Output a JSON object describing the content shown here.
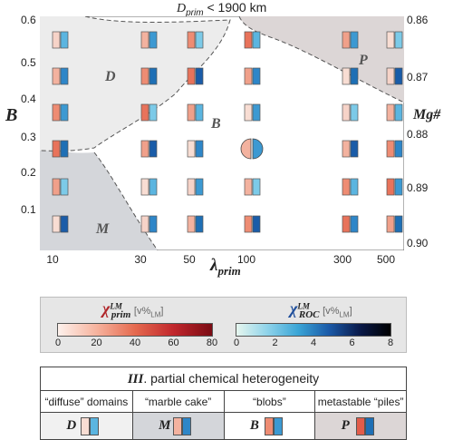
{
  "top_label": {
    "prefix": "D",
    "sub": "prim",
    "rest": " < 1900 km"
  },
  "left_axis": {
    "name": "B",
    "ticks": [
      "0.6",
      "0.5",
      "0.4",
      "0.3",
      "0.2",
      "0.1"
    ]
  },
  "right_axis": {
    "name": "Mg#",
    "ticks": [
      "0.86",
      "0.87",
      "0.88",
      "0.89",
      "0.90"
    ]
  },
  "bottom_axis": {
    "name": "λ",
    "sub": "prim",
    "ticks": [
      "10",
      "30",
      "50",
      "100",
      "300",
      "500"
    ]
  },
  "regions": {
    "D": "D",
    "B": "B",
    "M": "M",
    "P": "P"
  },
  "colors": {
    "red_dark": "#c0392b",
    "blue_dark": "#1f4e9b",
    "region_gray": "#d4d6da",
    "region_light": "#ececec",
    "region_pile": "#dcd6d6"
  },
  "colorbars": {
    "prim": {
      "symbol": "χ",
      "sup": "LM",
      "sub": "prim",
      "unit_pre": "[v%",
      "unit_sub": "LM",
      "unit_post": "]",
      "ticks": [
        "0",
        "20",
        "40",
        "60",
        "80"
      ]
    },
    "roc": {
      "symbol": "χ",
      "sup": "LM",
      "sub": "ROC",
      "unit_pre": "[v%",
      "unit_sub": "LM",
      "unit_post": "]",
      "ticks": [
        "0",
        "2",
        "4",
        "6",
        "8"
      ]
    }
  },
  "heterogeneity": {
    "numeral": "III",
    "title": ". partial chemical heterogeneity",
    "cells": [
      {
        "label": "“diffuse” domains",
        "letter": "D"
      },
      {
        "label": "“marble cake”",
        "letter": "M"
      },
      {
        "label": "“blobs”",
        "letter": "B"
      },
      {
        "label": "metastable “piles”",
        "letter": "P"
      }
    ]
  }
}
